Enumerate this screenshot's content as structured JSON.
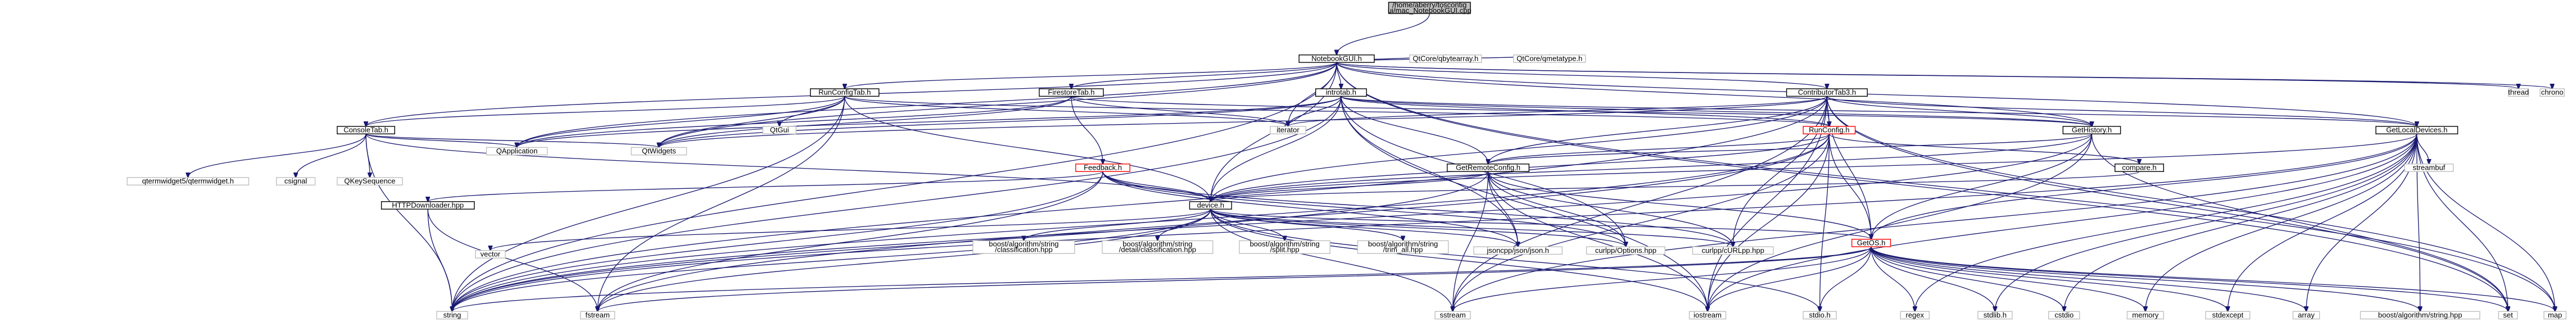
{
  "nodes": [
    {
      "id": "main",
      "lines": [
        "/home/aberry/toscontig",
        "ui/mac_NotebookGUI.cpp"
      ],
      "kind": "main"
    },
    {
      "id": "notebookgui",
      "lines": [
        "NotebookGUI.h"
      ],
      "kind": "linked"
    },
    {
      "id": "qbytearray",
      "lines": [
        "QtCore/qbytearray.h"
      ],
      "kind": "plain"
    },
    {
      "id": "qmetatype",
      "lines": [
        "QtCore/qmetatype.h"
      ],
      "kind": "plain"
    },
    {
      "id": "runconfigtab",
      "lines": [
        "RunConfigTab.h"
      ],
      "kind": "linked"
    },
    {
      "id": "firestoretab",
      "lines": [
        "FirestoreTab.h"
      ],
      "kind": "linked"
    },
    {
      "id": "introtab",
      "lines": [
        "introtab.h"
      ],
      "kind": "linked"
    },
    {
      "id": "contributortab",
      "lines": [
        "ContributorTab3.h"
      ],
      "kind": "linked"
    },
    {
      "id": "thread",
      "lines": [
        "thread"
      ],
      "kind": "plain"
    },
    {
      "id": "chrono",
      "lines": [
        "chrono"
      ],
      "kind": "plain"
    },
    {
      "id": "consoletab",
      "lines": [
        "ConsoleTab.h"
      ],
      "kind": "linked"
    },
    {
      "id": "qtgui",
      "lines": [
        "QtGui"
      ],
      "kind": "plain"
    },
    {
      "id": "iterator",
      "lines": [
        "iterator"
      ],
      "kind": "plain"
    },
    {
      "id": "runconfig",
      "lines": [
        "RunConfig.h"
      ],
      "kind": "red"
    },
    {
      "id": "githistory",
      "lines": [
        "GetHistory.h"
      ],
      "kind": "linked"
    },
    {
      "id": "getlocaldevices",
      "lines": [
        "GetLocalDevices.h"
      ],
      "kind": "linked"
    },
    {
      "id": "qapplication",
      "lines": [
        "QApplication"
      ],
      "kind": "plain"
    },
    {
      "id": "qtwidgets",
      "lines": [
        "QtWidgets"
      ],
      "kind": "plain"
    },
    {
      "id": "compare",
      "lines": [
        "compare.h"
      ],
      "kind": "linked"
    },
    {
      "id": "streambuf",
      "lines": [
        "streambuf"
      ],
      "kind": "plain"
    },
    {
      "id": "qtermwidget",
      "lines": [
        "qtermwidget5/qtermwidget.h"
      ],
      "kind": "plain"
    },
    {
      "id": "csignal",
      "lines": [
        "csignal"
      ],
      "kind": "plain"
    },
    {
      "id": "qkeysequence",
      "lines": [
        "QKeySequence"
      ],
      "kind": "plain"
    },
    {
      "id": "feedback",
      "lines": [
        "Feedback.h"
      ],
      "kind": "red"
    },
    {
      "id": "getremoteconfig",
      "lines": [
        "GetRemoteConfig.h"
      ],
      "kind": "linked"
    },
    {
      "id": "httpdownloader",
      "lines": [
        "HTTPDownloader.hpp"
      ],
      "kind": "linked"
    },
    {
      "id": "device",
      "lines": [
        "device.h"
      ],
      "kind": "linked"
    },
    {
      "id": "vector",
      "lines": [
        "vector"
      ],
      "kind": "plain"
    },
    {
      "id": "classification",
      "lines": [
        "boost/algorithm/string",
        "/classification.hpp"
      ],
      "kind": "plain"
    },
    {
      "id": "detailclassification",
      "lines": [
        "boost/algorithm/string",
        "/detail/classification.hpp"
      ],
      "kind": "plain"
    },
    {
      "id": "split",
      "lines": [
        "boost/algorithm/string",
        "/split.hpp"
      ],
      "kind": "plain"
    },
    {
      "id": "trimall",
      "lines": [
        "boost/algorithm/string",
        "/trim_all.hpp"
      ],
      "kind": "plain"
    },
    {
      "id": "jsoncpp",
      "lines": [
        "jsoncpp/json/json.h"
      ],
      "kind": "plain"
    },
    {
      "id": "curlppoptions",
      "lines": [
        "curlpp/Options.hpp"
      ],
      "kind": "plain"
    },
    {
      "id": "curlppurl",
      "lines": [
        "curlpp/cURLpp.hpp"
      ],
      "kind": "plain"
    },
    {
      "id": "getos",
      "lines": [
        "GetOS.h"
      ],
      "kind": "red"
    },
    {
      "id": "string",
      "lines": [
        "string"
      ],
      "kind": "plain"
    },
    {
      "id": "fstream",
      "lines": [
        "fstream"
      ],
      "kind": "plain"
    },
    {
      "id": "sstream",
      "lines": [
        "sstream"
      ],
      "kind": "plain"
    },
    {
      "id": "iostream",
      "lines": [
        "iostream"
      ],
      "kind": "plain"
    },
    {
      "id": "stdioh",
      "lines": [
        "stdio.h"
      ],
      "kind": "plain"
    },
    {
      "id": "regex",
      "lines": [
        "regex"
      ],
      "kind": "plain"
    },
    {
      "id": "stdlibh",
      "lines": [
        "stdlib.h"
      ],
      "kind": "plain"
    },
    {
      "id": "cstdio",
      "lines": [
        "cstdio"
      ],
      "kind": "plain"
    },
    {
      "id": "memory",
      "lines": [
        "memory"
      ],
      "kind": "plain"
    },
    {
      "id": "stdexcept",
      "lines": [
        "stdexcept"
      ],
      "kind": "plain"
    },
    {
      "id": "array",
      "lines": [
        "array"
      ],
      "kind": "plain"
    },
    {
      "id": "boostalgstring",
      "lines": [
        "boost/algorithm/string.hpp"
      ],
      "kind": "plain"
    },
    {
      "id": "set",
      "lines": [
        "set"
      ],
      "kind": "plain"
    },
    {
      "id": "map",
      "lines": [
        "map"
      ],
      "kind": "plain"
    }
  ],
  "edges": [
    [
      "main",
      "notebookgui"
    ],
    [
      "notebookgui",
      "qbytearray"
    ],
    [
      "notebookgui",
      "qmetatype"
    ],
    [
      "notebookgui",
      "runconfigtab"
    ],
    [
      "notebookgui",
      "firestoretab"
    ],
    [
      "notebookgui",
      "introtab"
    ],
    [
      "notebookgui",
      "contributortab"
    ],
    [
      "notebookgui",
      "thread"
    ],
    [
      "notebookgui",
      "chrono"
    ],
    [
      "notebookgui",
      "consoletab"
    ],
    [
      "notebookgui",
      "iterator"
    ],
    [
      "notebookgui",
      "githistory"
    ],
    [
      "notebookgui",
      "getlocaldevices"
    ],
    [
      "notebookgui",
      "qapplication"
    ],
    [
      "notebookgui",
      "qtwidgets"
    ],
    [
      "notebookgui",
      "string"
    ],
    [
      "notebookgui",
      "set"
    ],
    [
      "notebookgui",
      "map"
    ],
    [
      "notebookgui",
      "device"
    ],
    [
      "runconfigtab",
      "consoletab"
    ],
    [
      "runconfigtab",
      "qtgui"
    ],
    [
      "runconfigtab",
      "runconfig"
    ],
    [
      "runconfigtab",
      "qapplication"
    ],
    [
      "runconfigtab",
      "qtwidgets"
    ],
    [
      "runconfigtab",
      "device"
    ],
    [
      "runconfigtab",
      "string"
    ],
    [
      "runconfigtab",
      "iterator"
    ],
    [
      "runconfigtab",
      "fstream"
    ],
    [
      "firestoretab",
      "feedback"
    ],
    [
      "firestoretab",
      "qtwidgets"
    ],
    [
      "firestoretab",
      "qapplication"
    ],
    [
      "firestoretab",
      "iterator"
    ],
    [
      "firestoretab",
      "githistory"
    ],
    [
      "introtab",
      "runconfig"
    ],
    [
      "introtab",
      "githistory"
    ],
    [
      "introtab",
      "getlocaldevices"
    ],
    [
      "introtab",
      "getremoteconfig"
    ],
    [
      "introtab",
      "device"
    ],
    [
      "introtab",
      "qtwidgets"
    ],
    [
      "introtab",
      "qapplication"
    ],
    [
      "introtab",
      "string"
    ],
    [
      "introtab",
      "iterator"
    ],
    [
      "introtab",
      "curlppoptions"
    ],
    [
      "introtab",
      "jsoncpp"
    ],
    [
      "introtab",
      "iostream"
    ],
    [
      "contributortab",
      "githistory"
    ],
    [
      "contributortab",
      "getlocaldevices"
    ],
    [
      "contributortab",
      "runconfig"
    ],
    [
      "contributortab",
      "getremoteconfig"
    ],
    [
      "contributortab",
      "device"
    ],
    [
      "contributortab",
      "qtwidgets"
    ],
    [
      "contributortab",
      "iterator"
    ],
    [
      "contributortab",
      "string"
    ],
    [
      "contributortab",
      "set"
    ],
    [
      "contributortab",
      "map"
    ],
    [
      "contributortab",
      "getos"
    ],
    [
      "contributortab",
      "curlppurl"
    ],
    [
      "contributortab",
      "sstream"
    ],
    [
      "contributortab",
      "iostream"
    ],
    [
      "consoletab",
      "qtermwidget"
    ],
    [
      "consoletab",
      "csignal"
    ],
    [
      "consoletab",
      "qkeysequence"
    ],
    [
      "consoletab",
      "qapplication"
    ],
    [
      "consoletab",
      "qtwidgets"
    ],
    [
      "consoletab",
      "string"
    ],
    [
      "consoletab",
      "device"
    ],
    [
      "runconfig",
      "getremoteconfig"
    ],
    [
      "runconfig",
      "device"
    ],
    [
      "runconfig",
      "compare"
    ],
    [
      "runconfig",
      "string"
    ],
    [
      "runconfig",
      "fstream"
    ],
    [
      "runconfig",
      "iostream"
    ],
    [
      "runconfig",
      "sstream"
    ],
    [
      "runconfig",
      "stdioh"
    ],
    [
      "runconfig",
      "getos"
    ],
    [
      "githistory",
      "getremoteconfig"
    ],
    [
      "githistory",
      "device"
    ],
    [
      "githistory",
      "getos"
    ],
    [
      "githistory",
      "iostream"
    ],
    [
      "githistory",
      "string"
    ],
    [
      "githistory",
      "set"
    ],
    [
      "getlocaldevices",
      "streambuf"
    ],
    [
      "getlocaldevices",
      "getos"
    ],
    [
      "getlocaldevices",
      "device"
    ],
    [
      "getlocaldevices",
      "iostream"
    ],
    [
      "getlocaldevices",
      "sstream"
    ],
    [
      "getlocaldevices",
      "regex"
    ],
    [
      "getlocaldevices",
      "stdlibh"
    ],
    [
      "getlocaldevices",
      "cstdio"
    ],
    [
      "getlocaldevices",
      "memory"
    ],
    [
      "getlocaldevices",
      "stdexcept"
    ],
    [
      "getlocaldevices",
      "array"
    ],
    [
      "getlocaldevices",
      "set"
    ],
    [
      "getlocaldevices",
      "map"
    ],
    [
      "getlocaldevices",
      "string"
    ],
    [
      "getlocaldevices",
      "boostalgstring"
    ],
    [
      "compare",
      "device"
    ],
    [
      "feedback",
      "device"
    ],
    [
      "feedback",
      "httpdownloader"
    ],
    [
      "feedback",
      "string"
    ],
    [
      "feedback",
      "fstream"
    ],
    [
      "feedback",
      "jsoncpp"
    ],
    [
      "feedback",
      "curlppoptions"
    ],
    [
      "feedback",
      "curlppurl"
    ],
    [
      "getremoteconfig",
      "device"
    ],
    [
      "getremoteconfig",
      "jsoncpp"
    ],
    [
      "getremoteconfig",
      "curlppoptions"
    ],
    [
      "getremoteconfig",
      "curlppurl"
    ],
    [
      "getremoteconfig",
      "getos"
    ],
    [
      "getremoteconfig",
      "iostream"
    ],
    [
      "getremoteconfig",
      "sstream"
    ],
    [
      "getremoteconfig",
      "string"
    ],
    [
      "httpdownloader",
      "string"
    ],
    [
      "httpdownloader",
      "fstream"
    ],
    [
      "device",
      "vector"
    ],
    [
      "device",
      "classification"
    ],
    [
      "device",
      "detailclassification"
    ],
    [
      "device",
      "split"
    ],
    [
      "device",
      "trimall"
    ],
    [
      "device",
      "jsoncpp"
    ],
    [
      "device",
      "curlppoptions"
    ],
    [
      "device",
      "curlppurl"
    ],
    [
      "device",
      "getos"
    ],
    [
      "device",
      "string"
    ],
    [
      "device",
      "fstream"
    ],
    [
      "device",
      "sstream"
    ],
    [
      "device",
      "iostream"
    ],
    [
      "device",
      "stdioh"
    ],
    [
      "getos",
      "string"
    ],
    [
      "getos",
      "fstream"
    ],
    [
      "getos",
      "sstream"
    ],
    [
      "getos",
      "iostream"
    ],
    [
      "getos",
      "stdioh"
    ],
    [
      "getos",
      "regex"
    ],
    [
      "getos",
      "stdlibh"
    ],
    [
      "getos",
      "cstdio"
    ],
    [
      "getos",
      "memory"
    ],
    [
      "getos",
      "stdexcept"
    ],
    [
      "getos",
      "array"
    ],
    [
      "getos",
      "boostalgstring"
    ],
    [
      "getos",
      "set"
    ],
    [
      "getos",
      "map"
    ]
  ]
}
